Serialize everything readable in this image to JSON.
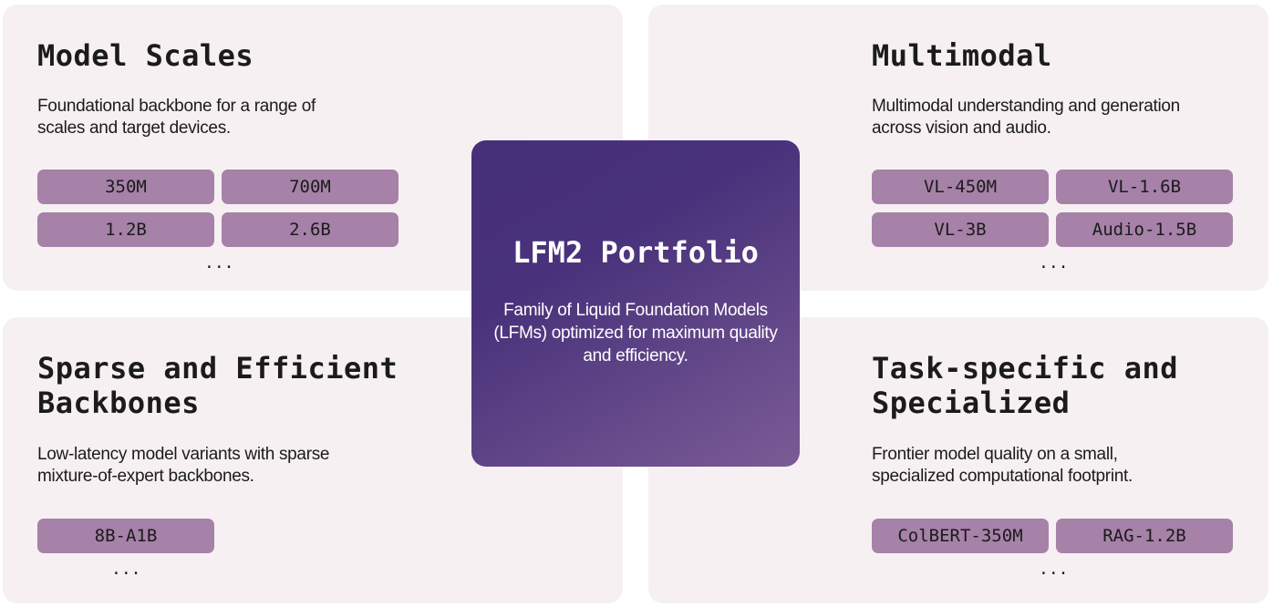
{
  "center": {
    "title": "LFM2 Portfolio",
    "description": "Family of Liquid Foundation Models (LFMs) optimized for maximum quality and efficiency."
  },
  "panels": [
    {
      "title": "Model Scales",
      "description": "Foundational backbone for a range of scales and target devices.",
      "pills": [
        "350M",
        "700M",
        "1.2B",
        "2.6B"
      ],
      "more": "..."
    },
    {
      "title": "Multimodal",
      "description": "Multimodal understanding and generation across vision and audio.",
      "pills": [
        "VL-450M",
        "VL-1.6B",
        "VL-3B",
        "Audio-1.5B"
      ],
      "more": "..."
    },
    {
      "title": "Sparse and Efficient Backbones",
      "description": "Low-latency model variants with sparse mixture-of-expert backbones.",
      "pills": [
        "8B-A1B"
      ],
      "more": "..."
    },
    {
      "title": "Task-specific and Specialized",
      "description": "Frontier model quality on a small, specialized computational footprint.",
      "pills": [
        "ColBERT-350M",
        "RAG-1.2B"
      ],
      "more": "..."
    }
  ]
}
